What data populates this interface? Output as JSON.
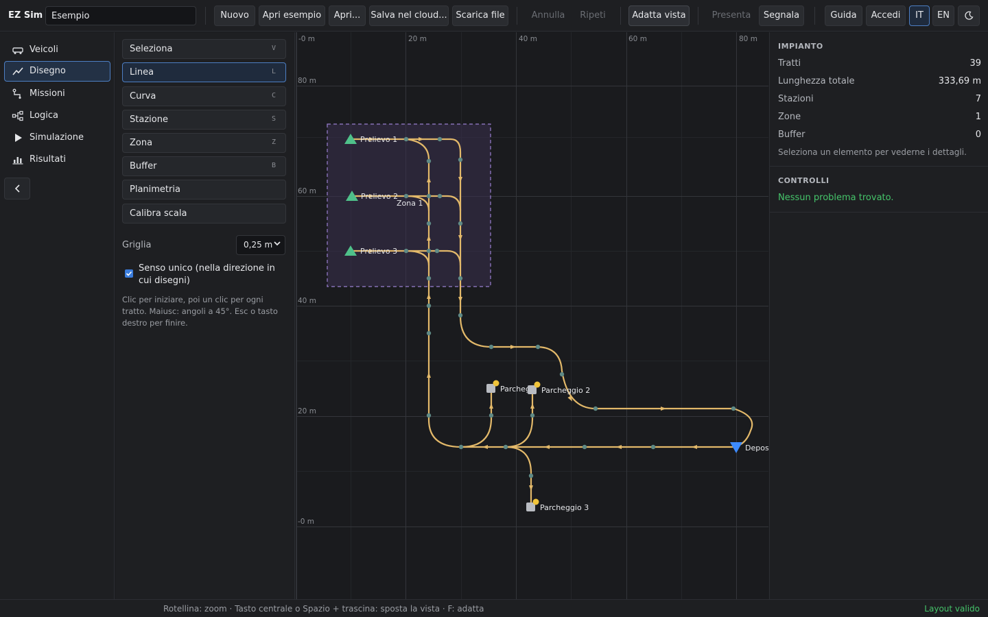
{
  "header": {
    "brand": "EZ Sim",
    "project_name": "Esempio",
    "buttons": {
      "new": "Nuovo",
      "open_example": "Apri esempio",
      "open": "Apri...",
      "save_cloud": "Salva nel cloud...",
      "download": "Scarica file",
      "undo": "Annulla",
      "redo": "Ripeti",
      "fit_view": "Adatta vista",
      "present": "Presenta",
      "report": "Segnala",
      "guide": "Guida",
      "login": "Accedi",
      "lang_it": "IT",
      "lang_en": "EN"
    },
    "theme_icon": "moon-icon"
  },
  "nav": {
    "items": [
      {
        "label": "Veicoli",
        "icon": "vehicle-icon",
        "active": false
      },
      {
        "label": "Disegno",
        "icon": "line-chart-icon",
        "active": true
      },
      {
        "label": "Missioni",
        "icon": "route-icon",
        "active": false
      },
      {
        "label": "Logica",
        "icon": "logic-icon",
        "active": false
      },
      {
        "label": "Simulazione",
        "icon": "play-icon",
        "active": false
      },
      {
        "label": "Risultati",
        "icon": "bar-chart-icon",
        "active": false
      }
    ],
    "collapse_icon": "chevron-left-icon"
  },
  "tools": {
    "items": [
      {
        "label": "Seleziona",
        "key": "V",
        "active": false
      },
      {
        "label": "Linea",
        "key": "L",
        "active": true
      },
      {
        "label": "Curva",
        "key": "C",
        "active": false
      },
      {
        "label": "Stazione",
        "key": "S",
        "active": false
      },
      {
        "label": "Zona",
        "key": "Z",
        "active": false
      },
      {
        "label": "Buffer",
        "key": "B",
        "active": false
      },
      {
        "label": "Planimetria",
        "key": "",
        "active": false
      },
      {
        "label": "Calibra scala",
        "key": "",
        "active": false
      }
    ],
    "grid_label": "Griglia",
    "grid_value": "0,25 m",
    "oneway_label": "Senso unico (nella direzione in cui disegni)",
    "oneway_checked": true,
    "hint": "Clic per iniziare, poi un clic per ogni tratto. Maiusc: angoli a 45°. Esc o tasto destro per finire."
  },
  "canvas": {
    "x_ticks": [
      "-0 m",
      "20 m",
      "40 m",
      "60 m",
      "80 m"
    ],
    "y_ticks": [
      "80 m",
      "60 m",
      "40 m",
      "20 m",
      "-0 m"
    ],
    "zone_label": "Zona 1",
    "pick_stations": [
      "Prelievo 1",
      "Prelievo 2",
      "Prelievo 3"
    ],
    "parking_stations": [
      "Parcheggio 1",
      "Parcheggio 2",
      "Parcheggio 3"
    ],
    "deposit_label": "Deposito",
    "colors": {
      "track": "#e3b96a",
      "node": "#5f8a86",
      "zone_border": "#9a7fd1",
      "pick": "#4fc18a",
      "deposit": "#3d8bff",
      "parking": "#b9bcc2",
      "parking_badge": "#f0c43a"
    }
  },
  "stats": {
    "section_title": "IMPIANTO",
    "rows": [
      {
        "label": "Tratti",
        "value": "39"
      },
      {
        "label": "Lunghezza totale",
        "value": "333,69 m"
      },
      {
        "label": "Stazioni",
        "value": "7"
      },
      {
        "label": "Zone",
        "value": "1"
      },
      {
        "label": "Buffer",
        "value": "0"
      }
    ],
    "selection_hint": "Seleziona un elemento per vederne i dettagli.",
    "checks_title": "CONTROLLI",
    "checks_ok": "Nessun problema trovato."
  },
  "status": {
    "hint": "Rotellina: zoom · Tasto centrale o Spazio + trascina: sposta la vista · F: adatta",
    "state": "Layout valido"
  }
}
